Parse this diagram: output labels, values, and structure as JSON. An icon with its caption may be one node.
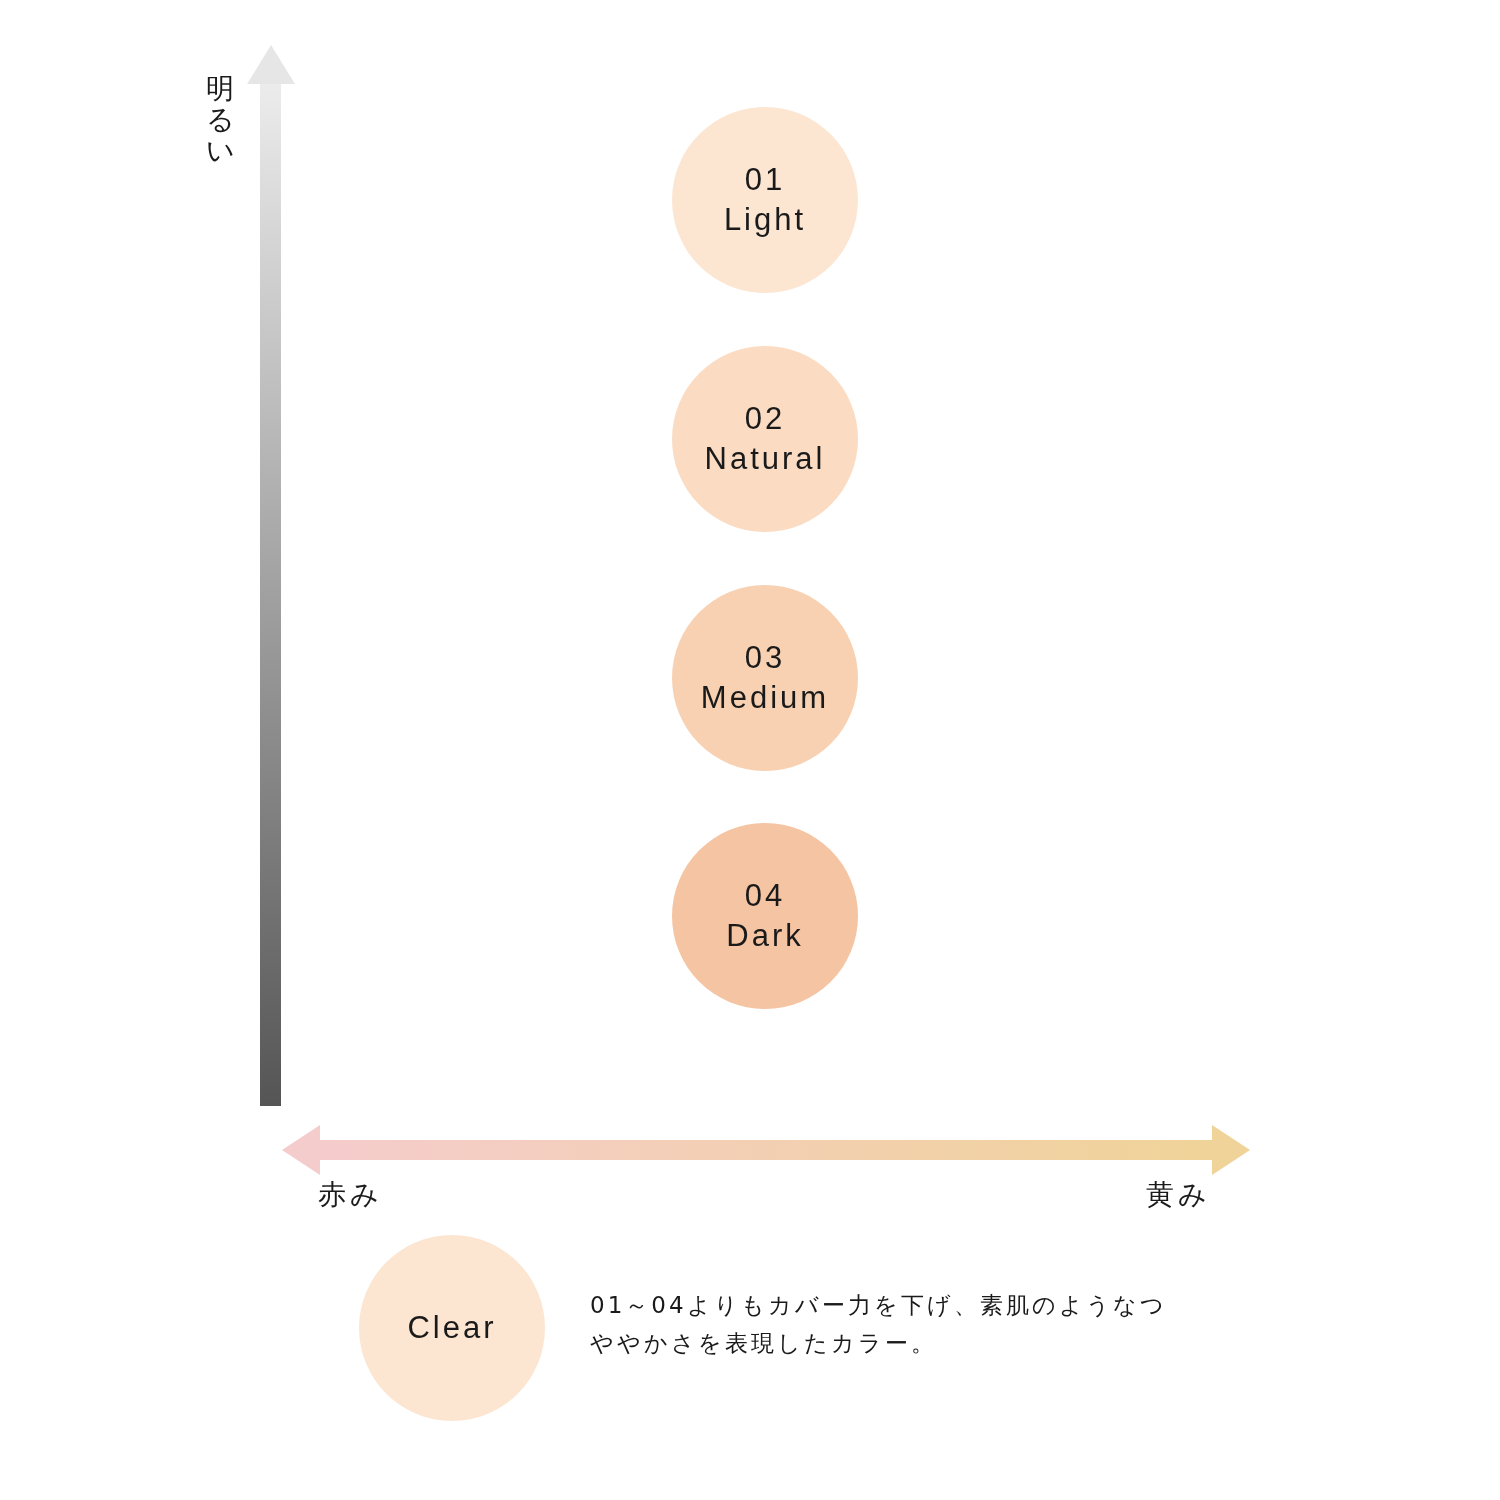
{
  "diagram": {
    "nodes": [
      {
        "text": [
          "01",
          "Light"
        ]
      },
      {
        "text": [
          "02",
          "Natural"
        ]
      },
      {
        "text": [
          "03",
          "Medium"
        ]
      },
      {
        "text": [
          "04",
          "Dark"
        ]
      },
      {
        "text": [
          "Clear"
        ],
        "beside": [
          "01～04よりもカバー力を下げ、素肌のようなつややかさを表現したカラー。"
        ]
      }
    ],
    "edges": [],
    "labels": [
      "明るい",
      "赤み",
      "黄み"
    ]
  }
}
